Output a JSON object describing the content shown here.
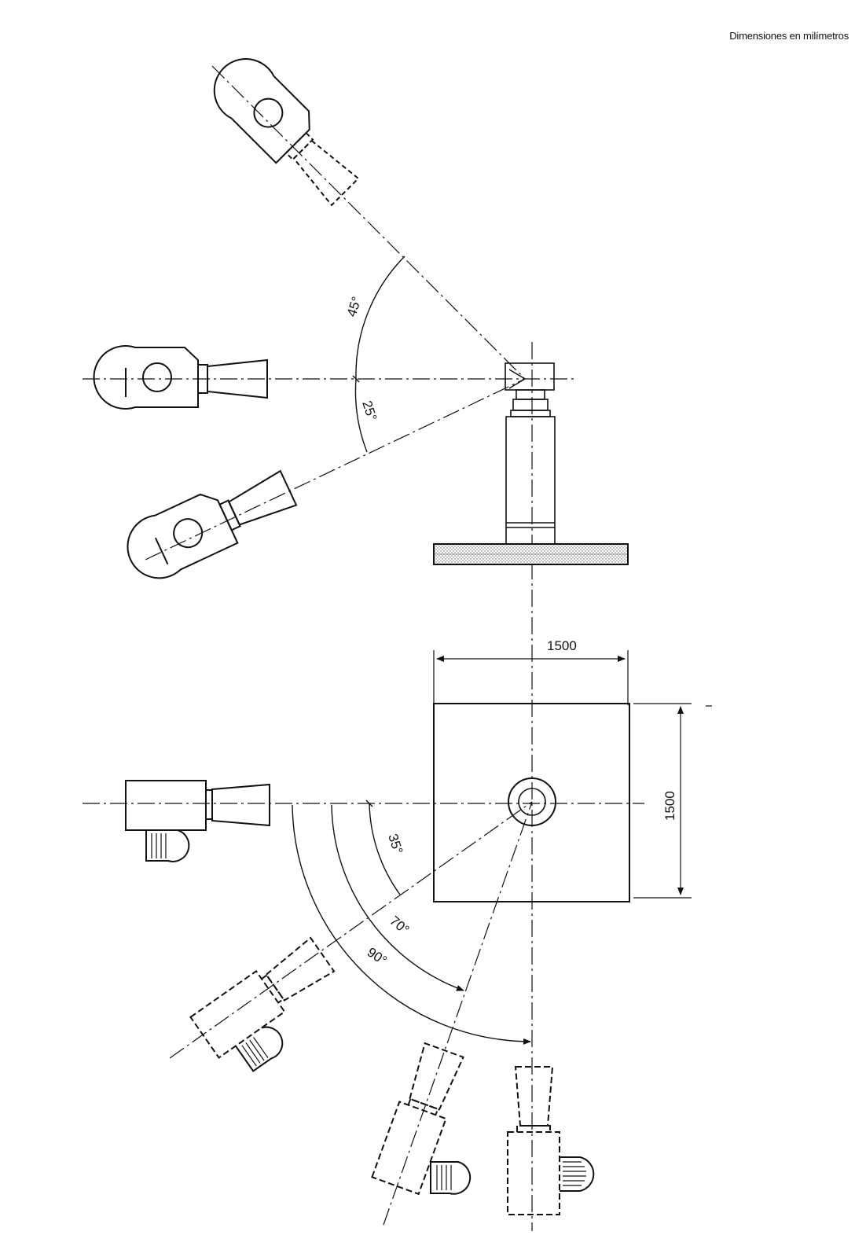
{
  "units_note": "Dimensiones en milímetros",
  "dimensions": {
    "width": "1500",
    "height": "1500"
  },
  "elevation_angles": {
    "upper": "45°",
    "lower": "25°"
  },
  "plan_angles": {
    "a35": "35°",
    "a70": "70°",
    "a90": "90°"
  },
  "colors": {
    "ink": "#111111",
    "hatch": "#888888"
  }
}
